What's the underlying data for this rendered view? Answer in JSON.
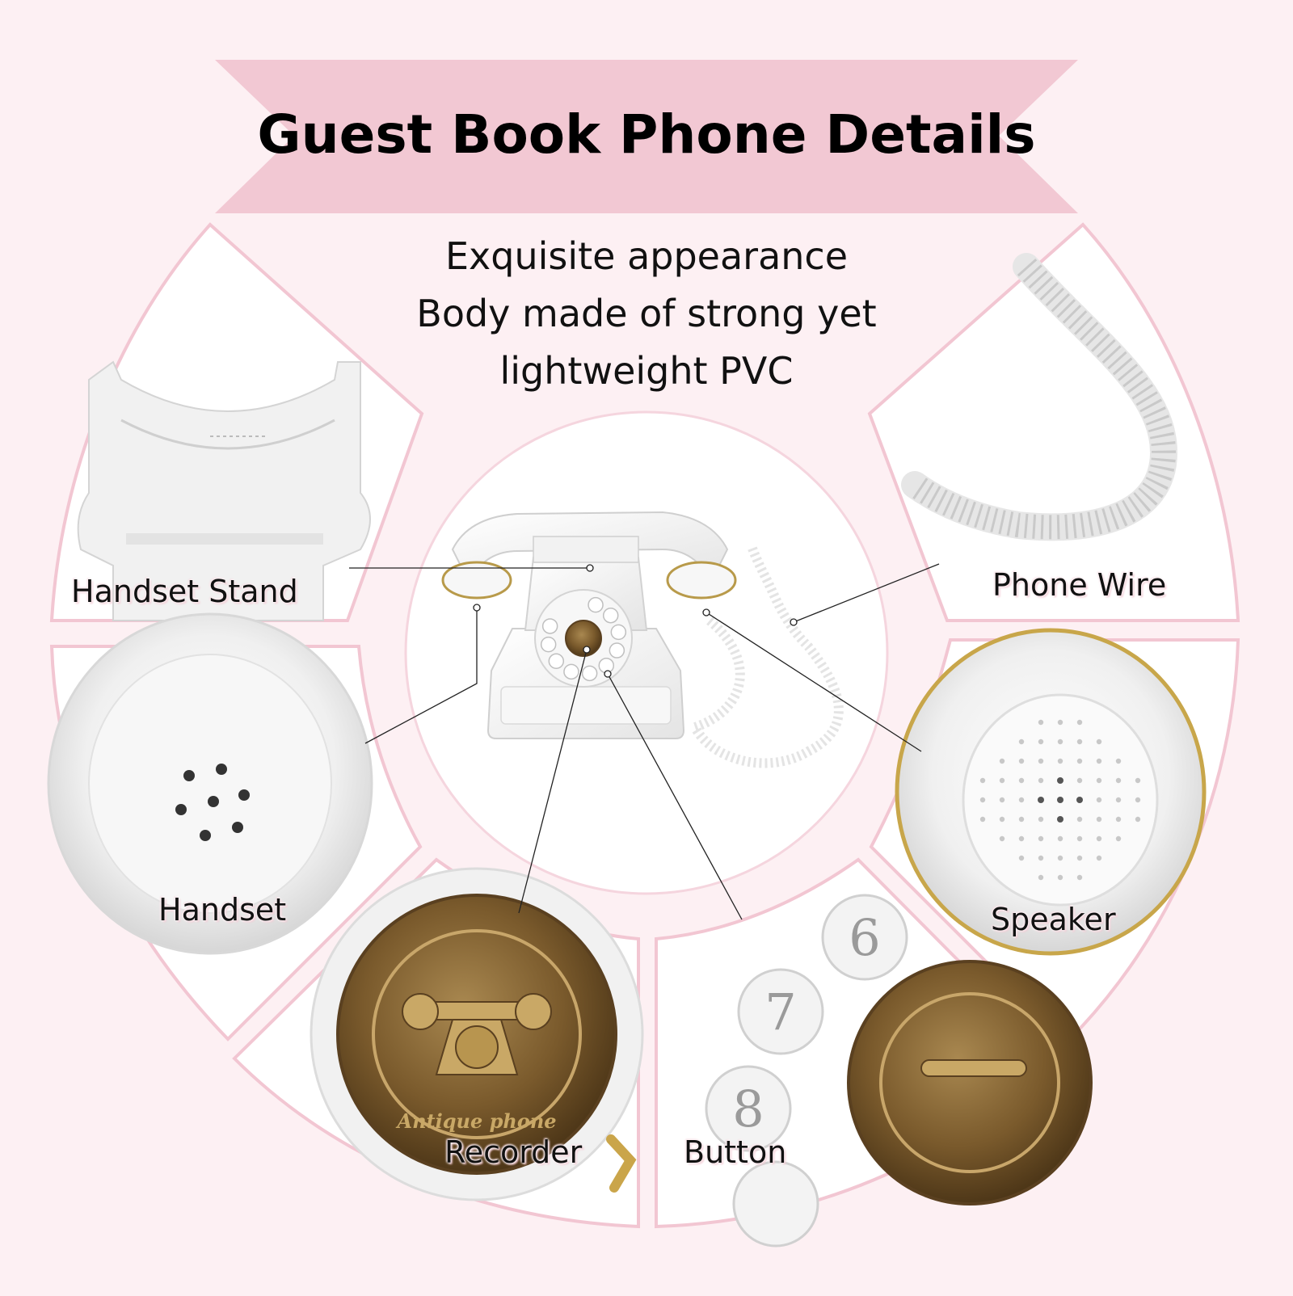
{
  "title": "Guest Book Phone Details",
  "subtitle_lines": [
    "Exquisite appearance",
    "Body made of strong yet",
    "lightweight PVC"
  ],
  "labels": {
    "handset_stand": "Handset Stand",
    "phone_wire": "Phone Wire",
    "handset": "Handset",
    "speaker": "Speaker",
    "recorder": "Recorder",
    "button": "Button"
  },
  "medallion_text": "Antique phone",
  "dial_digits": [
    "6",
    "7",
    "8"
  ],
  "colors": {
    "background": "#fdf0f3",
    "banner": "#f2c8d3",
    "segment_border": "#f2c6d2",
    "bronze": "#8a6a3a",
    "gold_trim": "#b89a4a"
  }
}
